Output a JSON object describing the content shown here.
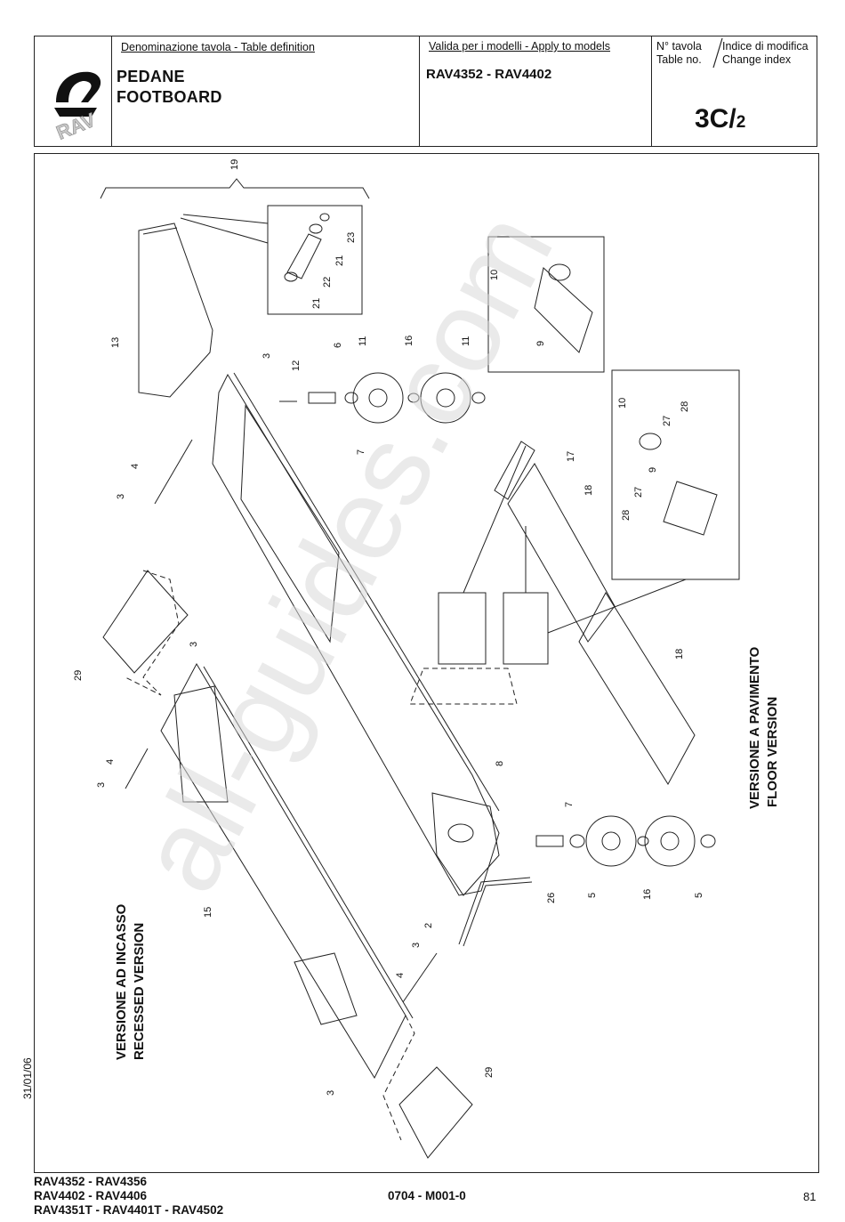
{
  "header": {
    "logo_text": "RAV",
    "table_definition_caption": "Denominazione tavola - Table definition",
    "title_line1": "PEDANE",
    "title_line2": "FOOTBOARD",
    "models_caption": "Valida per i modelli - Apply to models",
    "models": "RAV4352 - RAV4402",
    "table_no_caption_it": "N° tavola",
    "table_no_caption_en": "Table no.",
    "change_index_caption_it": "Indice di modifica",
    "change_index_caption_en": "Change index",
    "table_no": "3C/",
    "table_sheet": "2"
  },
  "drawing": {
    "watermark": "all-guides.com",
    "recessed_version_it": "VERSIONE AD INCASSO",
    "recessed_version_en": "RECESSED VERSION",
    "floor_version_it": "VERSIONE A PAVIMENTO",
    "floor_version_en": "FLOOR VERSION",
    "callouts": {
      "c19": "19",
      "c23": "23",
      "c21a": "21",
      "c22": "22",
      "c21b": "21",
      "c13": "13",
      "c3a": "3",
      "c12": "12",
      "c6": "6",
      "c11a": "11",
      "c16a": "16",
      "c11b": "11",
      "c10a": "10",
      "c9a": "9",
      "c7a": "7",
      "c4a": "4",
      "c3b": "3",
      "c17": "17",
      "c10b": "10",
      "c28a": "28",
      "c27a": "27",
      "c9b": "9",
      "c18a": "18",
      "c27b": "27",
      "c28b": "28",
      "c18b": "18",
      "c29a": "29",
      "c3c": "3",
      "c4b": "4",
      "c3d": "3",
      "c8": "8",
      "c7b": "7",
      "c26": "26",
      "c5a": "5",
      "c16b": "16",
      "c5b": "5",
      "c15": "15",
      "c2": "2",
      "c3e": "3",
      "c4c": "4",
      "c29b": "29",
      "c3f": "3"
    }
  },
  "footer": {
    "models_line1": "RAV4352 - RAV4356",
    "models_line2": "RAV4402 - RAV4406",
    "models_line3": "RAV4351T - RAV4401T - RAV4502",
    "doc_code": "0704 - M001-0",
    "page_number": "81",
    "date": "31/01/06"
  }
}
